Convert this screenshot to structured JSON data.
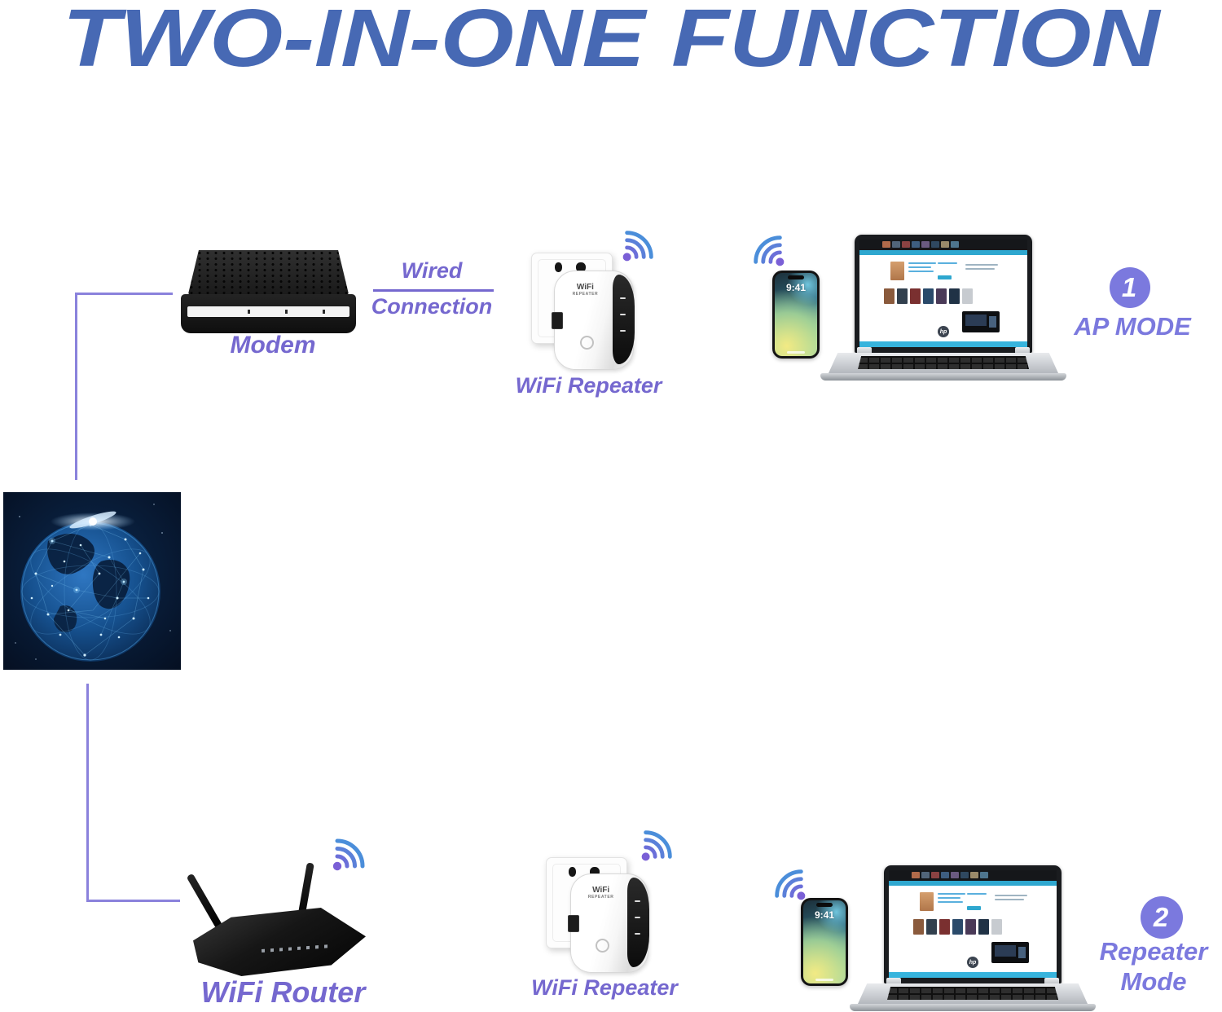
{
  "title": "TWO-IN-ONE FUNCTION",
  "colors": {
    "title_blue": "#4769b4",
    "label_purple": "#7568cf",
    "mode_purple": "#7b79de",
    "connector_purple": "#8a82dc",
    "wifi_arc_blue": "#4b8eda",
    "wifi_dot_purple": "#7a5fd6"
  },
  "ap_mode": {
    "badge_number": "1",
    "mode_label": "AP MODE",
    "modem_label": "Modem",
    "wired_label_line1": "Wired",
    "wired_label_line2": "Connection",
    "repeater_label": "WiFi Repeater",
    "phone_time": "9:41"
  },
  "repeater_mode": {
    "badge_number": "2",
    "mode_label_line1": "Repeater",
    "mode_label_line2": "Mode",
    "router_label": "WiFi Router",
    "repeater_label": "WiFi Repeater",
    "phone_time": "9:41"
  },
  "device_art": {
    "repeater_logo_line1": "WiFi",
    "repeater_logo_line2": "REPEATER",
    "laptop_logo": "hp"
  }
}
